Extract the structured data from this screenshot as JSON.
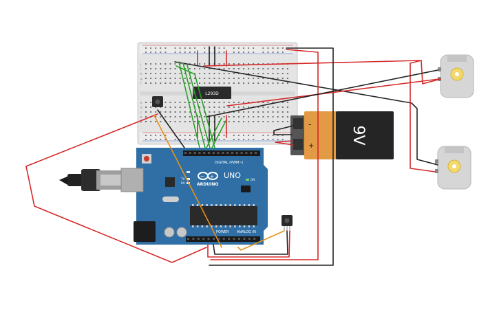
{
  "chip": {
    "label": "L293D"
  },
  "battery": {
    "voltage": "9V",
    "minus": "-",
    "plus": "+"
  },
  "arduino": {
    "brand": "ARDUINO",
    "model": "UNO",
    "digital_label": "DIGITAL (PWM~)",
    "power_label": "POWER",
    "analog_label": "ANALOG IN",
    "tx": "TX",
    "rx": "RX",
    "on": "ON",
    "l": "L"
  },
  "colors": {
    "red_wire": "#d62828",
    "black_wire": "#222222",
    "green_wire": "#2ca02c",
    "orange_wire": "#e8901a",
    "board": "#2f6fa5",
    "breadboard": "#e6e6e6",
    "battery_body": "#222222",
    "battery_cap": "#e39a45",
    "motor_body": "#d3d3d3",
    "motor_shaft": "#f2d04a"
  }
}
